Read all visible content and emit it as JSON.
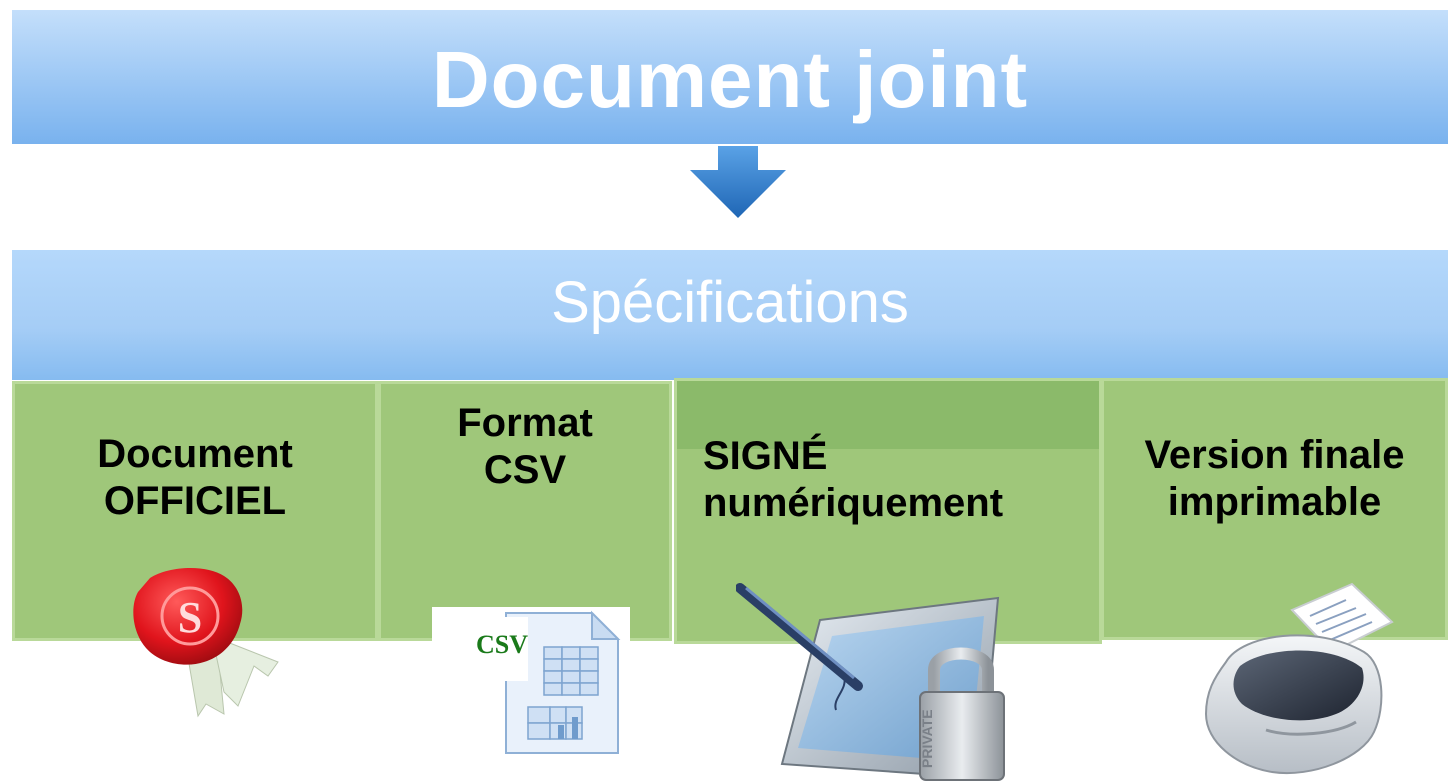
{
  "header": {
    "title": "Document joint"
  },
  "spec": {
    "title": "Spécifications"
  },
  "boxes": [
    {
      "line1": "Document",
      "line2": "OFFICIEL",
      "icon": "wax-seal-icon"
    },
    {
      "line1": "Format",
      "line2": "CSV",
      "icon": "csv-file-icon"
    },
    {
      "line1": "SIGNÉ",
      "line2": "numériquement",
      "icon": "signature-tablet-lock-icon"
    },
    {
      "line1": "Version finale",
      "line2": "imprimable",
      "icon": "printer-icon"
    }
  ],
  "icons": {
    "csv_label": "CSV",
    "seal_letter": "S",
    "lock_text": "PRIVATE"
  },
  "colors": {
    "banner": "#a6cdf6",
    "arrow": "#2f7fcf",
    "box_fill": "#9fc77a",
    "box_border": "#b9d999",
    "seal": "#e0141c",
    "csv_text": "#1a7a1a"
  }
}
